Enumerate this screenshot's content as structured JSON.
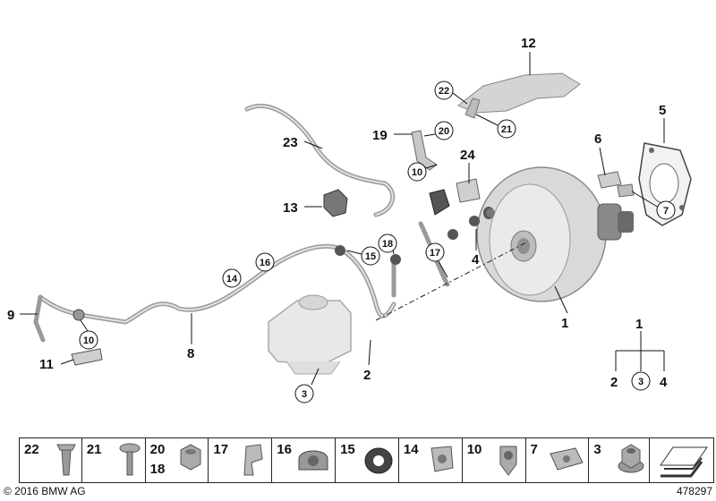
{
  "labels": {
    "l1": "1",
    "l2": "2",
    "l4": "4",
    "l5": "5",
    "l6": "6",
    "l8": "8",
    "l9": "9",
    "l11": "11",
    "l12": "12",
    "l13": "13",
    "l19": "19",
    "l23": "23",
    "l24": "24",
    "l1b": "1",
    "l2b": "2",
    "l4b": "4"
  },
  "circled": {
    "c3": "3",
    "c7": "7",
    "c10a": "10",
    "c10b": "10",
    "c14": "14",
    "c15": "15",
    "c16": "16",
    "c17": "17",
    "c18": "18",
    "c20": "20",
    "c21": "21",
    "c22": "22",
    "c3b": "3"
  },
  "strip": [
    {
      "num": "22",
      "icon": "push-rivet-icon"
    },
    {
      "num": "21",
      "icon": "screw-icon"
    },
    {
      "num": "20",
      "num2": "18",
      "icon": "hex-nut-icon"
    },
    {
      "num": "17",
      "icon": "bracket-clip-icon"
    },
    {
      "num": "16",
      "icon": "hose-clamp-icon"
    },
    {
      "num": "15",
      "icon": "rubber-grommet-icon"
    },
    {
      "num": "14",
      "icon": "pipe-clip-icon"
    },
    {
      "num": "10",
      "icon": "holder-clip-icon"
    },
    {
      "num": "7",
      "icon": "spring-nut-icon"
    },
    {
      "num": "3",
      "icon": "collar-nut-icon"
    },
    {
      "num": "",
      "icon": "arrow-sheet-icon"
    }
  ],
  "footer": {
    "copyright": "© 2016 BMW AG",
    "image_number": "478297"
  }
}
